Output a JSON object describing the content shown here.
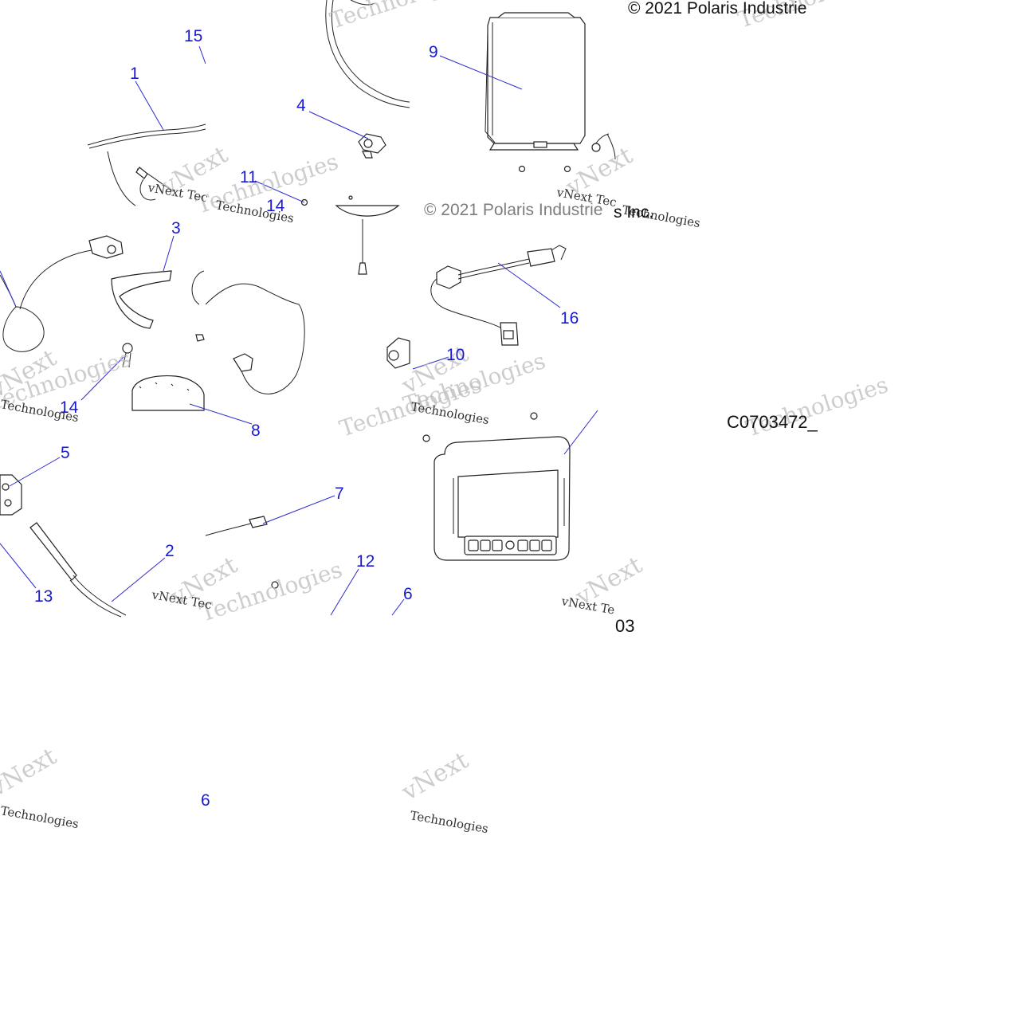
{
  "diagram": {
    "copyright": "© 2021 Polaris Industrie",
    "copyright_fragment": "s Inc.",
    "copyright_fragment_2": "© 2021 Polaris Industrie",
    "figure_ref": "C0703472_",
    "fragment_03": "03",
    "fragment_6": "6",
    "watermark_brand": "vNext Tec",
    "watermark_brand_2": "vNext Tec",
    "watermark_brand_3": "vNext Te",
    "watermark_word": "Technologies",
    "watermark_logo": "vNext",
    "callouts": [
      {
        "id": "c15",
        "label": "15"
      },
      {
        "id": "c1",
        "label": "1"
      },
      {
        "id": "c4",
        "label": "4"
      },
      {
        "id": "c9",
        "label": "9"
      },
      {
        "id": "c11",
        "label": "11"
      },
      {
        "id": "c14a",
        "label": "14"
      },
      {
        "id": "c3",
        "label": "3"
      },
      {
        "id": "c16",
        "label": "16"
      },
      {
        "id": "c10",
        "label": "10"
      },
      {
        "id": "c14b",
        "label": "14"
      },
      {
        "id": "c8",
        "label": "8"
      },
      {
        "id": "c5",
        "label": "5"
      },
      {
        "id": "c7",
        "label": "7"
      },
      {
        "id": "c2",
        "label": "2"
      },
      {
        "id": "c12",
        "label": "12"
      },
      {
        "id": "c13",
        "label": "13"
      },
      {
        "id": "c6",
        "label": "6"
      }
    ]
  }
}
